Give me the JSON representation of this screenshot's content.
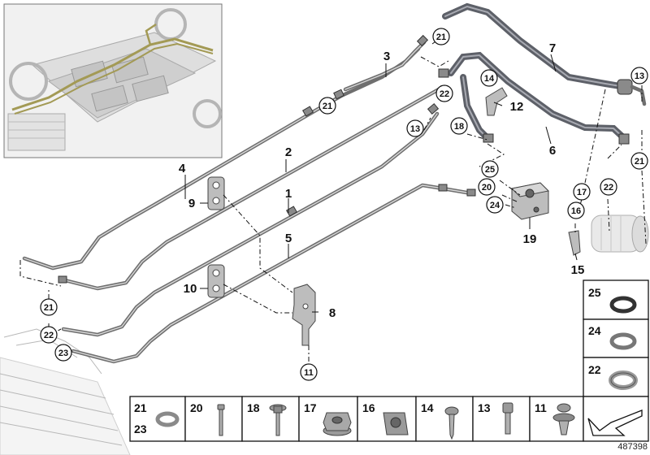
{
  "diagram_id": "487398",
  "callouts": {
    "n1": "1",
    "n2": "2",
    "n3": "3",
    "n4": "4",
    "n5": "5",
    "n6": "6",
    "n7": "7",
    "n8": "8",
    "n9": "9",
    "n10": "10",
    "n12": "12",
    "n15": "15",
    "n19": "19"
  },
  "circled": {
    "c21a": "21",
    "c21b": "21",
    "c22a": "22",
    "c13a": "13",
    "c18": "18",
    "c14": "14",
    "c25": "25",
    "c20": "20",
    "c24": "24",
    "c13b": "13",
    "c21c": "21",
    "c22b": "22",
    "c17": "17",
    "c16": "16",
    "c11": "11",
    "c21d": "21",
    "c22c": "22",
    "c23": "23"
  },
  "side_legend": [
    "25",
    "24",
    "22"
  ],
  "bottom_legend": {
    "cell1_top": "21",
    "cell1_bottom": "23",
    "cells": [
      "20",
      "18",
      "17",
      "16",
      "14",
      "13",
      "11"
    ]
  }
}
